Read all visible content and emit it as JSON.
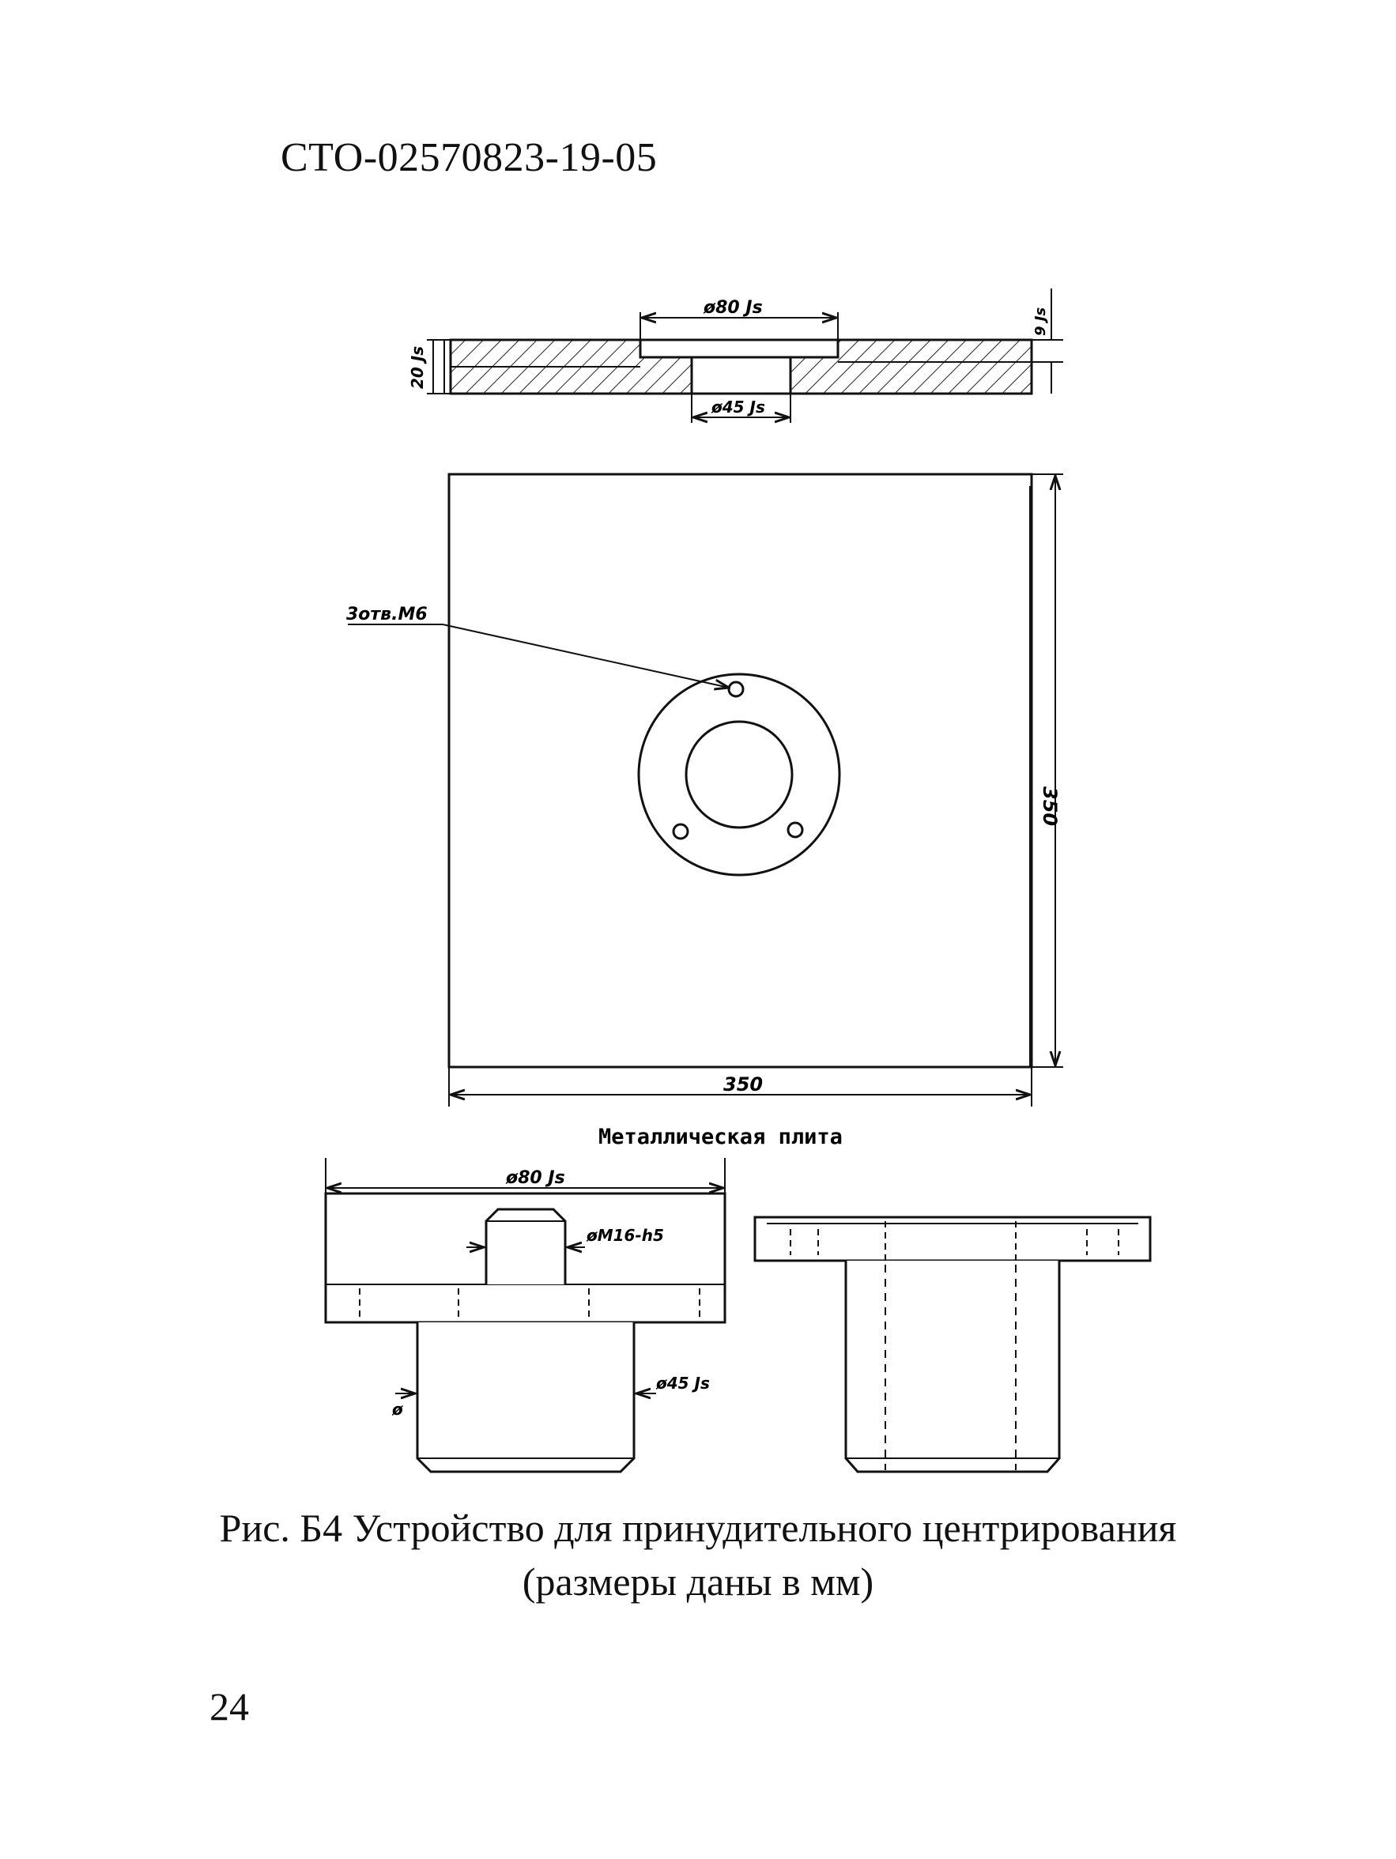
{
  "header": {
    "doc_code": "СТО-02570823-19-05"
  },
  "drawing": {
    "section_view": {
      "dim_top_bore": "ø80 Js",
      "dim_bottom_bore": "ø45 Js",
      "dim_thickness": "20 Js",
      "dim_step": "9 Js"
    },
    "plan_view": {
      "hole_callout": "3отв.М6",
      "dim_width": "350",
      "dim_height": "350"
    },
    "plate_label": "Металлическая плита",
    "insert_view": {
      "dim_flange": "ø80 Js",
      "dim_thread": "øМ16-h5",
      "dim_body": "ø45 Js",
      "dim_chamfer": "ø"
    }
  },
  "caption": {
    "line1": "Рис. Б4 Устройство для принудительного центрирования",
    "line2": "(размеры даны в мм)"
  },
  "footer": {
    "page_number": "24"
  }
}
